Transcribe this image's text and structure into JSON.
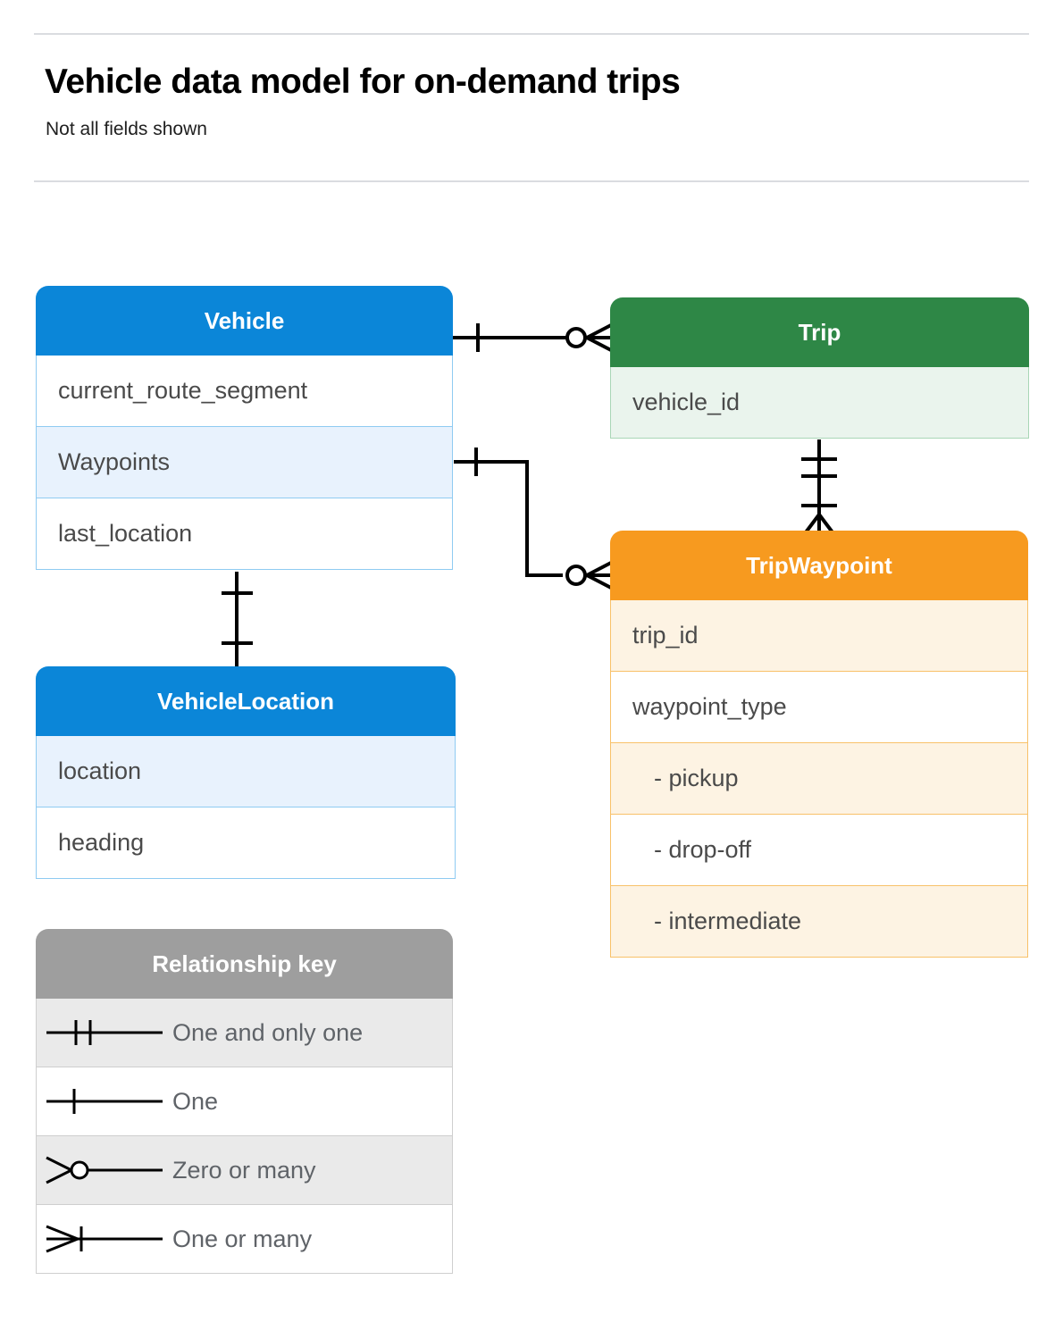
{
  "header": {
    "title": "Vehicle data model for on-demand trips",
    "subtitle": "Not all fields shown"
  },
  "colors": {
    "blue": "#0b86d8",
    "green": "#2e8746",
    "orange": "#f79a1f",
    "grey": "#9e9e9e",
    "line": "#000000",
    "rule": "#dadce0"
  },
  "entities": [
    {
      "name": "Vehicle",
      "color": "#0b86d8",
      "fields": [
        "current_route_segment",
        "Waypoints",
        "last_location"
      ]
    },
    {
      "name": "VehicleLocation",
      "color": "#0b86d8",
      "fields": [
        "location",
        "heading"
      ]
    },
    {
      "name": "Trip",
      "color": "#2e8746",
      "fields": [
        "vehicle_id"
      ]
    },
    {
      "name": "TripWaypoint",
      "color": "#f79a1f",
      "fields": [
        "trip_id",
        "waypoint_type",
        "- pickup",
        "- drop-off",
        "- intermediate"
      ]
    }
  ],
  "legend": {
    "title": "Relationship key",
    "items": [
      {
        "symbol": "one-and-only-one",
        "label": "One and only one"
      },
      {
        "symbol": "one",
        "label": "One"
      },
      {
        "symbol": "zero-or-many",
        "label": "Zero or many"
      },
      {
        "symbol": "one-or-many",
        "label": "One or many"
      }
    ]
  },
  "relationships": [
    {
      "from": "Vehicle",
      "from_cardinality": "One",
      "to": "Trip",
      "to_cardinality": "Zero or many"
    },
    {
      "from": "Vehicle.Waypoints",
      "from_cardinality": "One",
      "to": "TripWaypoint",
      "to_cardinality": "Zero or many"
    },
    {
      "from": "Trip",
      "from_cardinality": "One and only one",
      "to": "TripWaypoint",
      "to_cardinality": "One or many"
    },
    {
      "from": "Vehicle",
      "from_cardinality": "One",
      "to": "VehicleLocation",
      "to_cardinality": "One"
    }
  ]
}
